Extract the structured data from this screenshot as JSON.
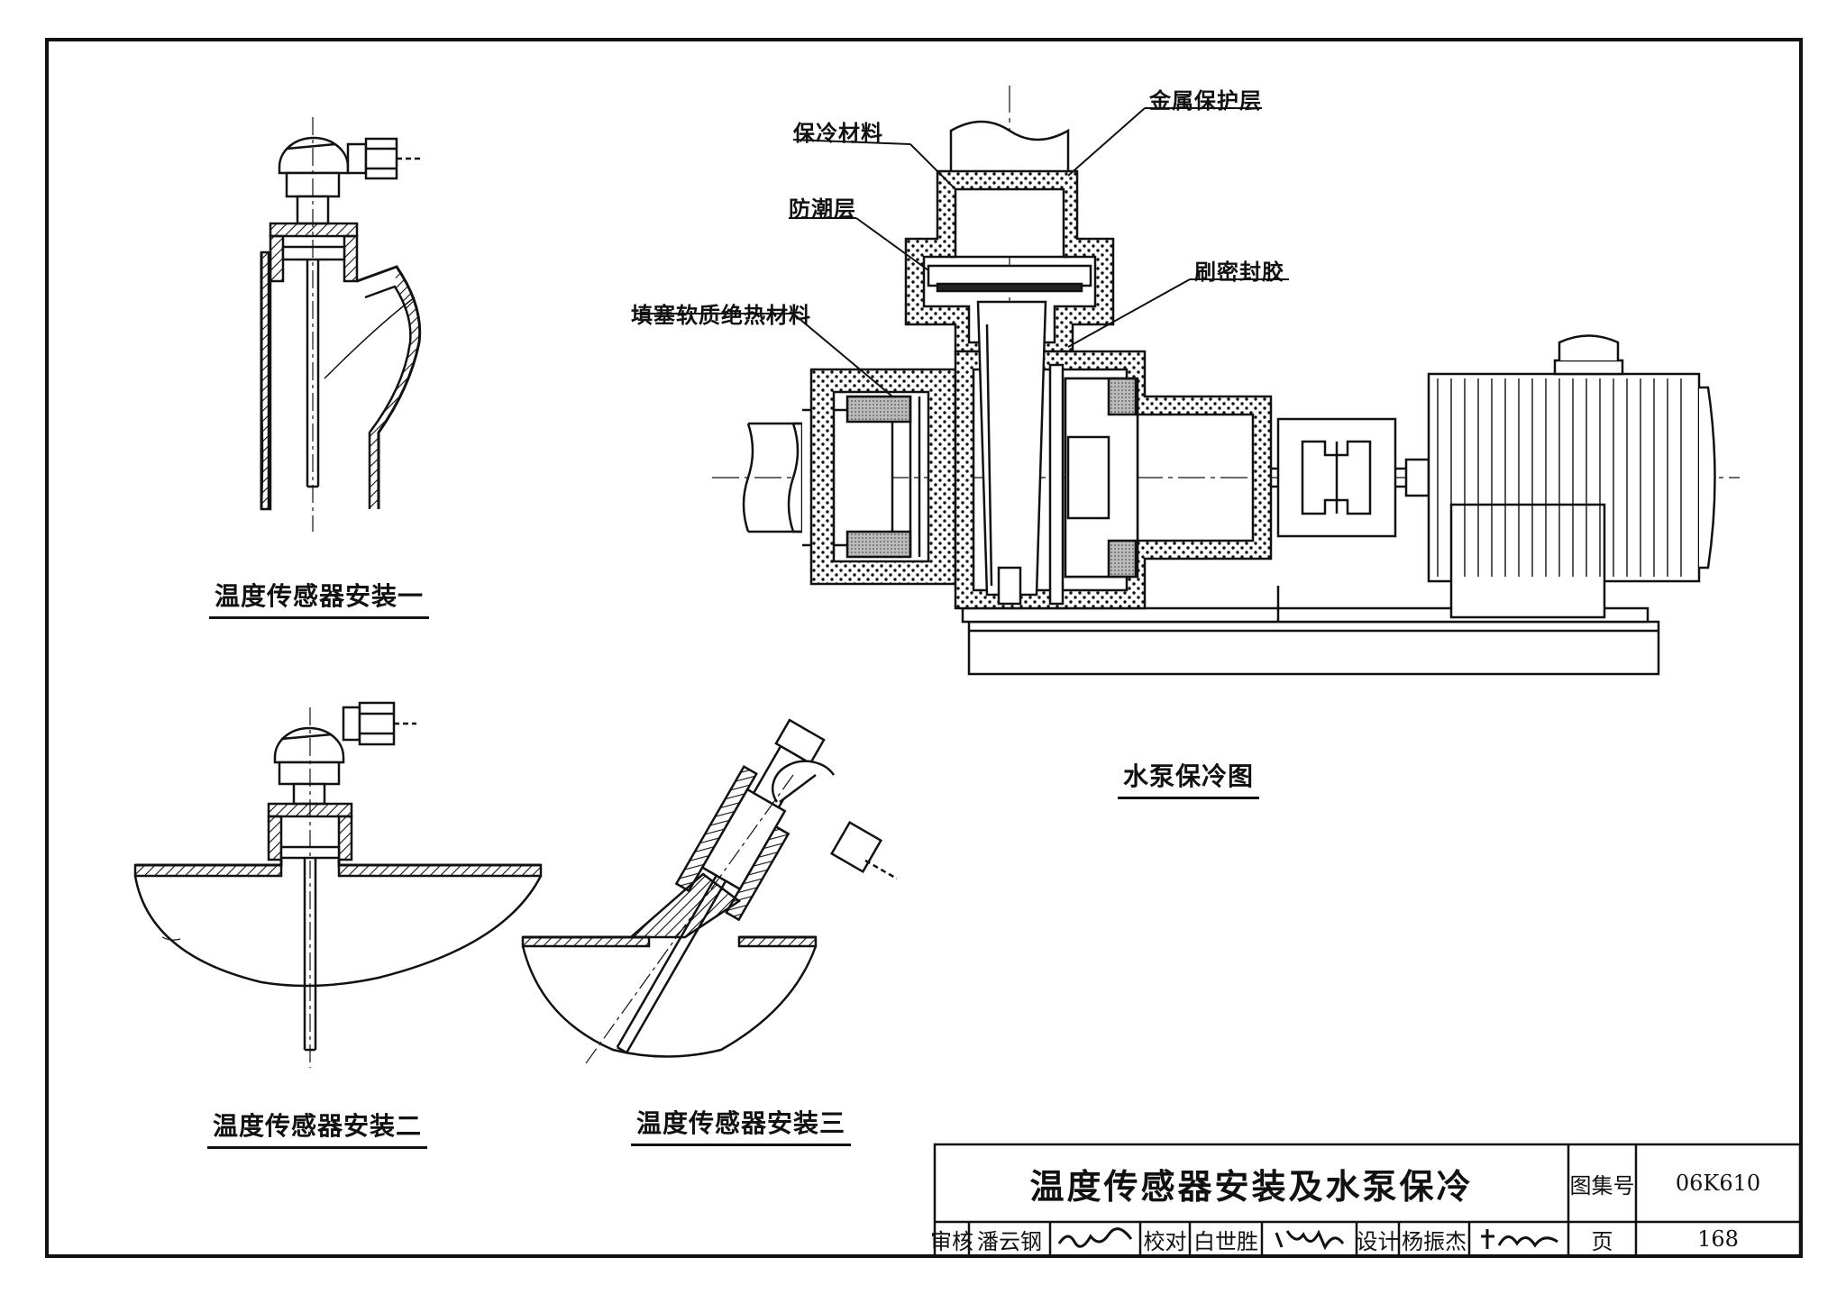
{
  "labels": {
    "insulation_material": "保冷材料",
    "metal_protective_layer": "金属保护层",
    "moisture_barrier": "防潮层",
    "brushed_sealant": "刷密封胶",
    "packed_soft_insulation": "填塞软质绝热材料"
  },
  "captions": {
    "sensor_install_1": "温度传感器安装一",
    "sensor_install_2": "温度传感器安装二",
    "sensor_install_3": "温度传感器安装三",
    "pump_cold_insulation": "水泵保冷图"
  },
  "title_block": {
    "title": "温度传感器安装及水泵保冷",
    "atlas_no_label": "图集号",
    "atlas_no": "06K610",
    "review_label": "审核",
    "reviewer": "潘云钢",
    "check_label": "校对",
    "checker": "白世胜",
    "design_label": "设计",
    "designer": "杨振杰",
    "page_label": "页",
    "page_no": "168"
  }
}
